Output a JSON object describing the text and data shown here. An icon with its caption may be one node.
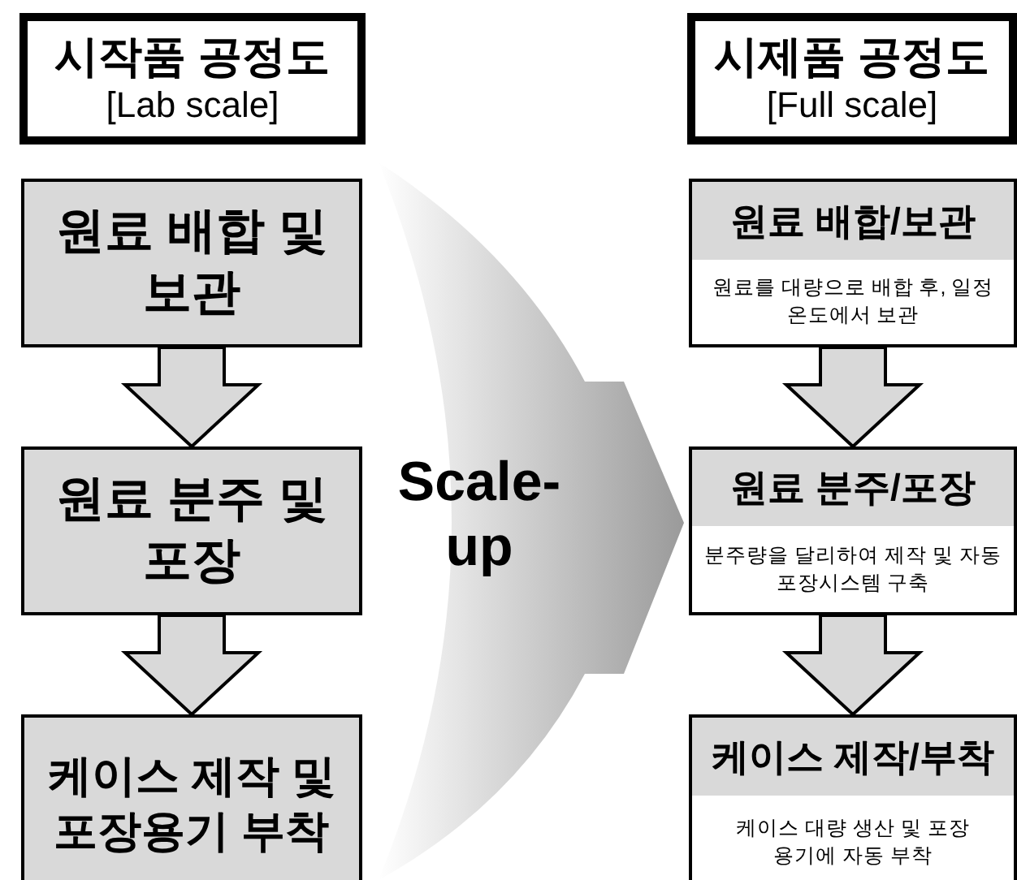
{
  "diagram": {
    "nodes": [
      {
        "text": [
          "시작품 공정도",
          "[Lab scale]"
        ]
      },
      {
        "text": [
          "원료 배합 및 보관"
        ]
      },
      {
        "text": [
          "원료 분주 및 포장"
        ]
      },
      {
        "text": [
          "케이스 제작 및 포장용기 부착"
        ]
      },
      {
        "text": [
          "시제품 공정도",
          "[Full scale]"
        ]
      },
      {
        "text": [
          "원료 배합/보관",
          "원료를 대량으로 배합 후, 일정 온도에서 보관"
        ]
      },
      {
        "text": [
          "원료 분주/포장",
          "분주량을 달리하여 제작 및 자동 포장시스템 구축"
        ]
      },
      {
        "text": [
          "케이스 제작/부착",
          "케이스 대량 생산 및 포장 용기에 자동 부착"
        ]
      },
      {
        "text": [
          "Scale- up"
        ]
      }
    ],
    "edges": [
      {
        "from": 1,
        "to": 2,
        "arrow": "to"
      },
      {
        "from": 2,
        "to": 3,
        "arrow": "to"
      },
      {
        "from": 5,
        "to": 6,
        "arrow": "to"
      },
      {
        "from": 6,
        "to": 7,
        "arrow": "to"
      }
    ]
  }
}
